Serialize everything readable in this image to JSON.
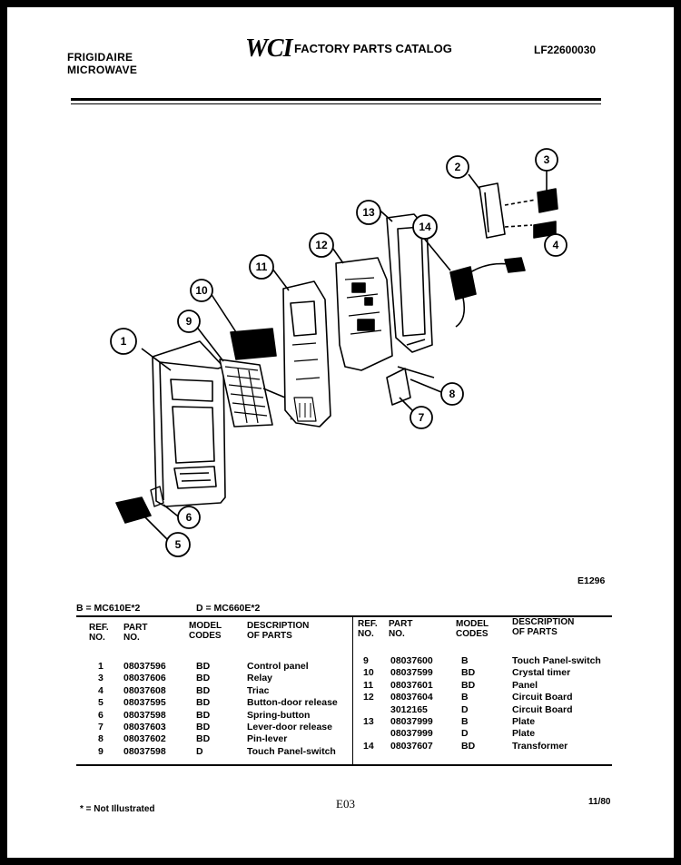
{
  "header": {
    "brand_line1": "FRIGIDAIRE",
    "brand_line2": "MICROWAVE",
    "logo": "WCI",
    "title": "FACTORY PARTS CATALOG",
    "model": "LF22600030"
  },
  "diagram": {
    "figure_code": "E1296",
    "callouts": [
      "1",
      "2",
      "3",
      "4",
      "5",
      "6",
      "7",
      "8",
      "9",
      "10",
      "11",
      "12",
      "13",
      "14"
    ]
  },
  "legend": {
    "b": "B = MC610E*2",
    "d": "D = MC660E*2"
  },
  "table": {
    "headers": {
      "ref": "REF.\nNO.",
      "part": "PART\nNO.",
      "codes": "MODEL\nCODES",
      "desc": "DESCRIPTION\nOF PARTS"
    },
    "left_rows": [
      {
        "ref": "1",
        "part": "08037596",
        "code": "BD",
        "desc": "Control panel"
      },
      {
        "ref": "3",
        "part": "08037606",
        "code": "BD",
        "desc": "Relay"
      },
      {
        "ref": "4",
        "part": "08037608",
        "code": "BD",
        "desc": "Triac"
      },
      {
        "ref": "5",
        "part": "08037595",
        "code": "BD",
        "desc": "Button-door release"
      },
      {
        "ref": "6",
        "part": "08037598",
        "code": "BD",
        "desc": "Spring-button"
      },
      {
        "ref": "7",
        "part": "08037603",
        "code": "BD",
        "desc": "Lever-door release"
      },
      {
        "ref": "8",
        "part": "08037602",
        "code": "BD",
        "desc": "Pin-lever"
      },
      {
        "ref": "9",
        "part": "08037598",
        "code": "D",
        "desc": "Touch Panel-switch"
      }
    ],
    "right_rows": [
      {
        "ref": "9",
        "part": "08037600",
        "code": "B",
        "desc": "Touch Panel-switch"
      },
      {
        "ref": "10",
        "part": "08037599",
        "code": "BD",
        "desc": "Crystal timer"
      },
      {
        "ref": "11",
        "part": "08037601",
        "code": "BD",
        "desc": "Panel"
      },
      {
        "ref": "12",
        "part": "08037604",
        "code": "B",
        "desc": "Circuit Board"
      },
      {
        "ref": "",
        "part": "3012165",
        "code": "D",
        "desc": "Circuit Board"
      },
      {
        "ref": "13",
        "part": "08037999",
        "code": "B",
        "desc": "Plate"
      },
      {
        "ref": "",
        "part": "08037999",
        "code": "D",
        "desc": "Plate"
      },
      {
        "ref": "14",
        "part": "08037607",
        "code": "BD",
        "desc": "Transformer"
      }
    ]
  },
  "footer": {
    "note": "* = Not Illustrated",
    "page": "E03",
    "date": "11/80"
  }
}
